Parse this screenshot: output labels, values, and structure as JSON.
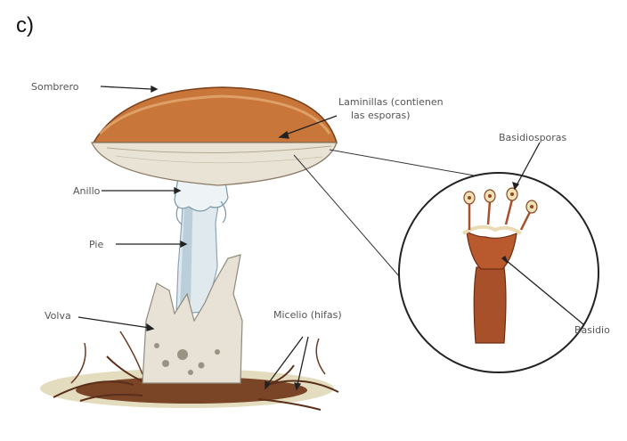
{
  "part_letter": "c)",
  "labels": {
    "sombrero": "Sombrero",
    "laminillas_line1": "Laminillas (contienen",
    "laminillas_line2": "las esporas)",
    "anillo": "Anillo",
    "pie": "Pie",
    "volva": "Volva",
    "micelio": "Micelio (hifas)",
    "basidiosporas": "Basidiosporas",
    "basidio": "Basidio"
  },
  "colors": {
    "cap_top": "#c8763a",
    "cap_rim": "#e8b27a",
    "gills": "#e9e3d6",
    "stem": "#dfe9ee",
    "stem_shadow": "#aac3d0",
    "volva": "#e7e2d5",
    "soil": "#6b3a22",
    "basidium": "#a8502a",
    "label_text": "#555555"
  }
}
